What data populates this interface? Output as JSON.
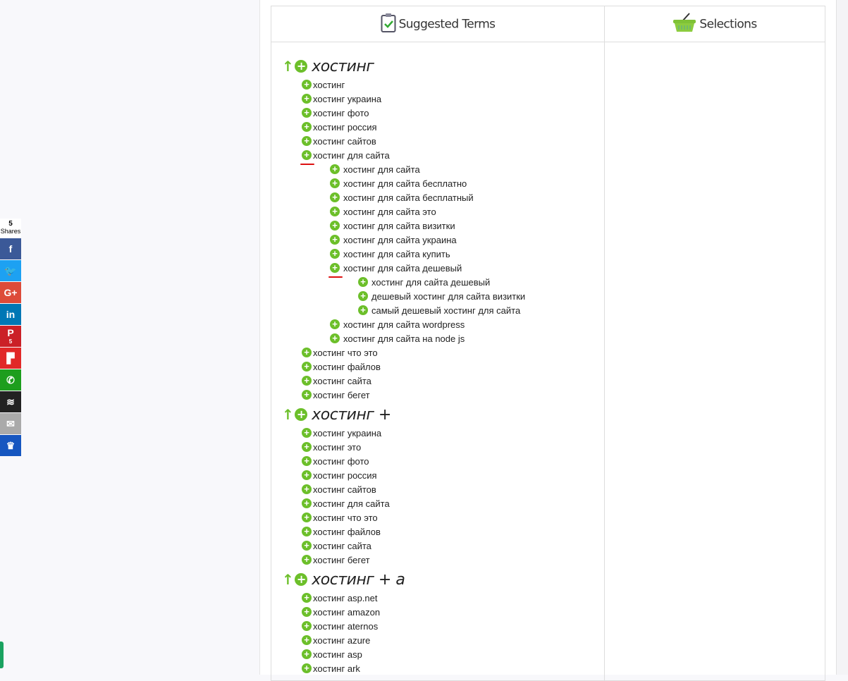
{
  "header": {
    "suggested": "Suggested Terms",
    "selections": "Selections"
  },
  "share": {
    "count": "5",
    "label": "Shares",
    "buttons": [
      {
        "name": "facebook",
        "glyph": "f",
        "color": "#3b5998"
      },
      {
        "name": "twitter",
        "glyph": "🐦",
        "color": "#1da1f2"
      },
      {
        "name": "google-plus",
        "glyph": "G+",
        "color": "#dd4b39"
      },
      {
        "name": "linkedin",
        "glyph": "in",
        "color": "#0077b5"
      },
      {
        "name": "pinterest",
        "glyph": "P",
        "color": "#cb2027",
        "count": "5"
      },
      {
        "name": "flipboard",
        "glyph": "▛",
        "color": "#e12828"
      },
      {
        "name": "whatsapp",
        "glyph": "✆",
        "color": "#1d9e1d"
      },
      {
        "name": "buffer",
        "glyph": "≋",
        "color": "#222222"
      },
      {
        "name": "email",
        "glyph": "✉",
        "color": "#aaaaaa"
      },
      {
        "name": "sumo",
        "glyph": "♛",
        "color": "#1656c0"
      }
    ]
  },
  "groups": [
    {
      "title": "хостинг",
      "items": [
        {
          "t": "хостинг",
          "l": 1
        },
        {
          "t": "хостинг украина",
          "l": 1
        },
        {
          "t": "хостинг фото",
          "l": 1
        },
        {
          "t": "хостинг россия",
          "l": 1
        },
        {
          "t": "хостинг сайтов",
          "l": 1
        },
        {
          "t": "хостинг для сайта",
          "l": 1,
          "mark": true
        },
        {
          "t": "хостинг для сайта",
          "l": 2
        },
        {
          "t": "хостинг для сайта бесплатно",
          "l": 2
        },
        {
          "t": "хостинг для сайта бесплатный",
          "l": 2
        },
        {
          "t": "хостинг для сайта это",
          "l": 2
        },
        {
          "t": "хостинг для сайта визитки",
          "l": 2
        },
        {
          "t": "хостинг для сайта украина",
          "l": 2
        },
        {
          "t": "хостинг для сайта купить",
          "l": 2
        },
        {
          "t": "хостинг для сайта дешевый",
          "l": 2,
          "mark": true
        },
        {
          "t": "хостинг для сайта дешевый",
          "l": 3
        },
        {
          "t": "дешевый хостинг для сайта визитки",
          "l": 3
        },
        {
          "t": "самый дешевый хостинг для сайта",
          "l": 3
        },
        {
          "t": "хостинг для сайта wordpress",
          "l": 2
        },
        {
          "t": "хостинг для сайта на node js",
          "l": 2
        },
        {
          "t": "хостинг что это",
          "l": 1
        },
        {
          "t": "хостинг файлов",
          "l": 1
        },
        {
          "t": "хостинг сайта",
          "l": 1
        },
        {
          "t": "хостинг бегет",
          "l": 1
        }
      ]
    },
    {
      "title": "хостинг +",
      "items": [
        {
          "t": "хостинг украина",
          "l": 1
        },
        {
          "t": "хостинг это",
          "l": 1
        },
        {
          "t": "хостинг фото",
          "l": 1
        },
        {
          "t": "хостинг россия",
          "l": 1
        },
        {
          "t": "хостинг сайтов",
          "l": 1
        },
        {
          "t": "хостинг для сайта",
          "l": 1
        },
        {
          "t": "хостинг что это",
          "l": 1
        },
        {
          "t": "хостинг файлов",
          "l": 1
        },
        {
          "t": "хостинг сайта",
          "l": 1
        },
        {
          "t": "хостинг бегет",
          "l": 1
        }
      ]
    },
    {
      "title": "хостинг + а",
      "items": [
        {
          "t": "хостинг asp.net",
          "l": 1
        },
        {
          "t": "хостинг amazon",
          "l": 1
        },
        {
          "t": "хостинг aternos",
          "l": 1
        },
        {
          "t": "хостинг azure",
          "l": 1
        },
        {
          "t": "хостинг asp",
          "l": 1
        },
        {
          "t": "хостинг ark",
          "l": 1
        }
      ]
    }
  ]
}
